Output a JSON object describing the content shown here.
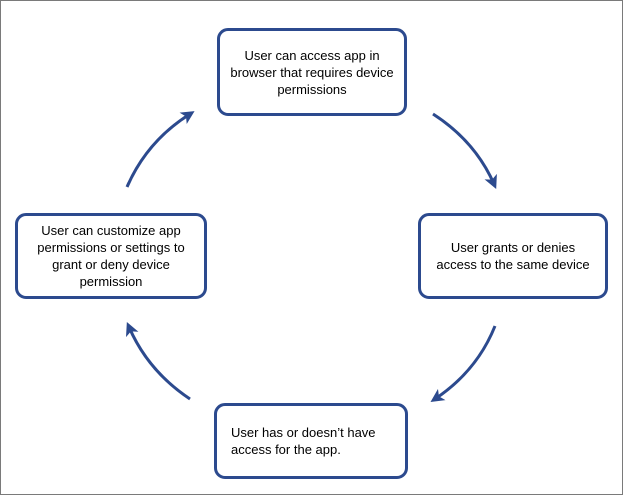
{
  "diagram": {
    "nodes": [
      {
        "id": "top",
        "text": "User can access app in browser that requires device permissions"
      },
      {
        "id": "right",
        "text": "User grants or denies access to the same device"
      },
      {
        "id": "bottom",
        "text": "User has or doesn’t have access for the app."
      },
      {
        "id": "left",
        "text": "User can customize app permissions or settings to grant or deny device permission"
      }
    ],
    "edges": [
      {
        "from": "top",
        "to": "right"
      },
      {
        "from": "right",
        "to": "bottom"
      },
      {
        "from": "bottom",
        "to": "left"
      },
      {
        "from": "left",
        "to": "top"
      }
    ],
    "colors": {
      "box_border": "#2c4a8e",
      "arrow": "#2c4a8e",
      "frame_border": "#7a7a7a"
    }
  }
}
